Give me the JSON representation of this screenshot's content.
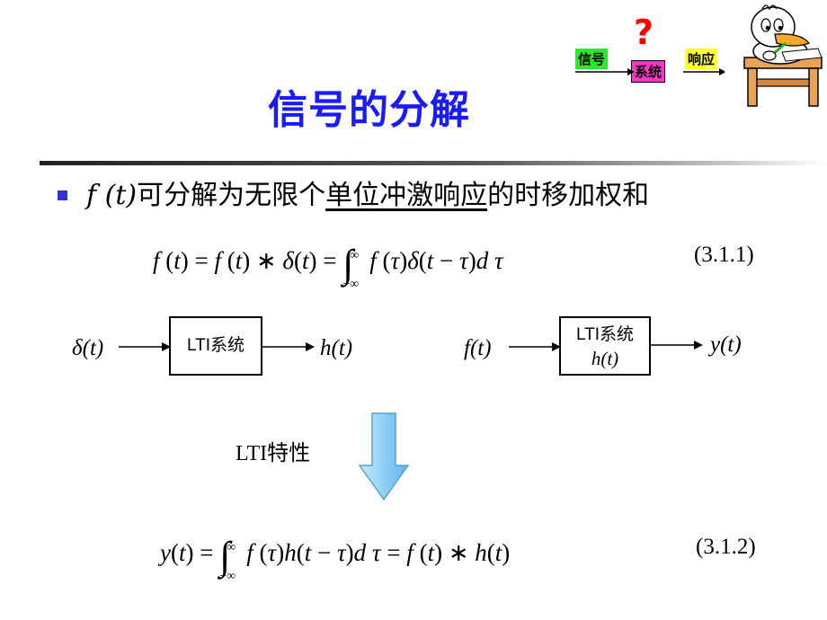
{
  "title": "信号的分解",
  "bullet": {
    "fn": "f (t)",
    "pre": "可分解为无限个",
    "underlined": "单位冲激响应",
    "post": "的时移加权和"
  },
  "eq1_number": "(3.1.1)",
  "eq2_number": "(3.1.2)",
  "diagram1": {
    "input": "δ(t)",
    "box": "LTI系统",
    "output": "h(t)"
  },
  "diagram2": {
    "input": "f(t)",
    "box_line1": "LTI系统",
    "box_line2": "h(t)",
    "output": "y(t)"
  },
  "property_label": "LTI特性",
  "corner": {
    "signal": "信号",
    "system": "系统",
    "response": "响应",
    "question": "?"
  },
  "colors": {
    "title": "#1a1aff",
    "bullet": "#3333cc",
    "arrow_fill": "#8fd0f5",
    "signal_tag": "#2ee82e",
    "system_tag": "#ff33cc",
    "response_tag": "#ffff33",
    "question": "#ff0000"
  }
}
